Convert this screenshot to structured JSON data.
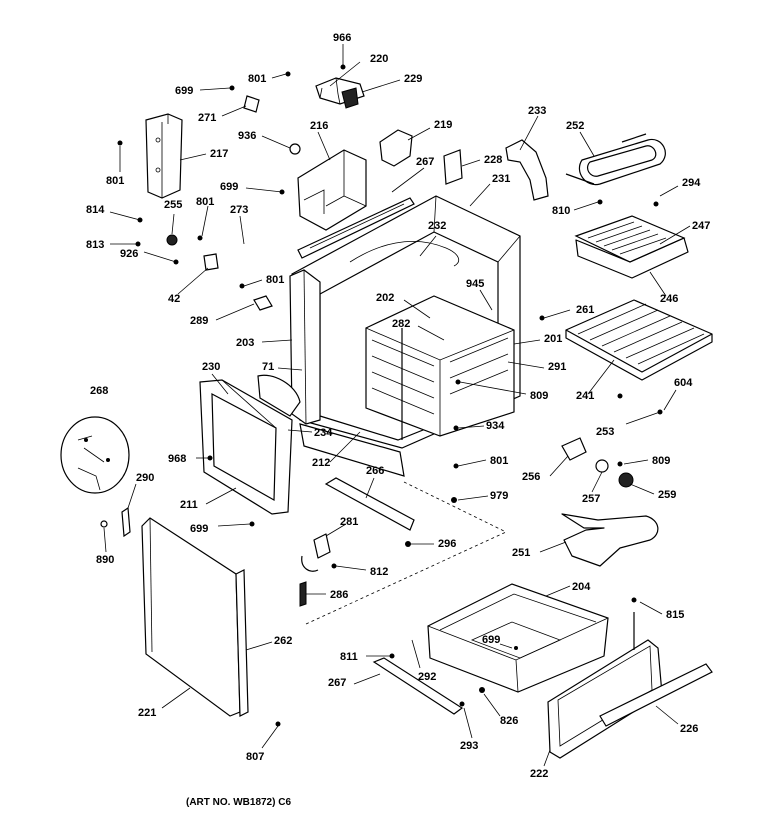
{
  "diagram": {
    "caption": "(ART NO. WB1872) C6",
    "callouts": [
      {
        "id": "c966a",
        "text": "966"
      },
      {
        "id": "c220",
        "text": "220"
      },
      {
        "id": "c699a",
        "text": "699"
      },
      {
        "id": "c801a",
        "text": "801"
      },
      {
        "id": "c229",
        "text": "229"
      },
      {
        "id": "c271",
        "text": "271"
      },
      {
        "id": "c233",
        "text": "233"
      },
      {
        "id": "c252",
        "text": "252"
      },
      {
        "id": "c936",
        "text": "936"
      },
      {
        "id": "c216",
        "text": "216"
      },
      {
        "id": "c219",
        "text": "219"
      },
      {
        "id": "c217",
        "text": "217"
      },
      {
        "id": "c267a",
        "text": "267"
      },
      {
        "id": "c228",
        "text": "228"
      },
      {
        "id": "c231",
        "text": "231"
      },
      {
        "id": "c294",
        "text": "294"
      },
      {
        "id": "c801b",
        "text": "801"
      },
      {
        "id": "c699b",
        "text": "699"
      },
      {
        "id": "c810",
        "text": "810"
      },
      {
        "id": "c814",
        "text": "814"
      },
      {
        "id": "c255",
        "text": "255"
      },
      {
        "id": "c801c",
        "text": "801"
      },
      {
        "id": "c273",
        "text": "273"
      },
      {
        "id": "c232",
        "text": "232"
      },
      {
        "id": "c247",
        "text": "247"
      },
      {
        "id": "c813",
        "text": "813"
      },
      {
        "id": "c926",
        "text": "926"
      },
      {
        "id": "c42",
        "text": "42"
      },
      {
        "id": "c801d",
        "text": "801"
      },
      {
        "id": "c202",
        "text": "202"
      },
      {
        "id": "c945",
        "text": "945"
      },
      {
        "id": "c246",
        "text": "246"
      },
      {
        "id": "c261",
        "text": "261"
      },
      {
        "id": "c289",
        "text": "289"
      },
      {
        "id": "c282",
        "text": "282"
      },
      {
        "id": "c201",
        "text": "201"
      },
      {
        "id": "c203",
        "text": "203"
      },
      {
        "id": "c71",
        "text": "71"
      },
      {
        "id": "c291",
        "text": "291"
      },
      {
        "id": "c230",
        "text": "230"
      },
      {
        "id": "c268",
        "text": "268"
      },
      {
        "id": "c809a",
        "text": "809"
      },
      {
        "id": "c241",
        "text": "241"
      },
      {
        "id": "c604",
        "text": "604"
      },
      {
        "id": "c934",
        "text": "934"
      },
      {
        "id": "c234",
        "text": "234"
      },
      {
        "id": "c253",
        "text": "253"
      },
      {
        "id": "c968",
        "text": "968"
      },
      {
        "id": "c212",
        "text": "212"
      },
      {
        "id": "c801e",
        "text": "801"
      },
      {
        "id": "c809b",
        "text": "809"
      },
      {
        "id": "c256",
        "text": "256"
      },
      {
        "id": "c266",
        "text": "266"
      },
      {
        "id": "c290",
        "text": "290"
      },
      {
        "id": "c259",
        "text": "259"
      },
      {
        "id": "c257",
        "text": "257"
      },
      {
        "id": "c211",
        "text": "211"
      },
      {
        "id": "c979",
        "text": "979"
      },
      {
        "id": "c699c",
        "text": "699"
      },
      {
        "id": "c281",
        "text": "281"
      },
      {
        "id": "c296",
        "text": "296"
      },
      {
        "id": "c890",
        "text": "890"
      },
      {
        "id": "c251",
        "text": "251"
      },
      {
        "id": "c812",
        "text": "812"
      },
      {
        "id": "c204",
        "text": "204"
      },
      {
        "id": "c286",
        "text": "286"
      },
      {
        "id": "c815",
        "text": "815"
      },
      {
        "id": "c262",
        "text": "262"
      },
      {
        "id": "c699d",
        "text": "699"
      },
      {
        "id": "c811",
        "text": "811"
      },
      {
        "id": "c292",
        "text": "292"
      },
      {
        "id": "c267b",
        "text": "267"
      },
      {
        "id": "c221",
        "text": "221"
      },
      {
        "id": "c826",
        "text": "826"
      },
      {
        "id": "c226",
        "text": "226"
      },
      {
        "id": "c293",
        "text": "293"
      },
      {
        "id": "c222",
        "text": "222"
      },
      {
        "id": "c807",
        "text": "807"
      }
    ]
  }
}
